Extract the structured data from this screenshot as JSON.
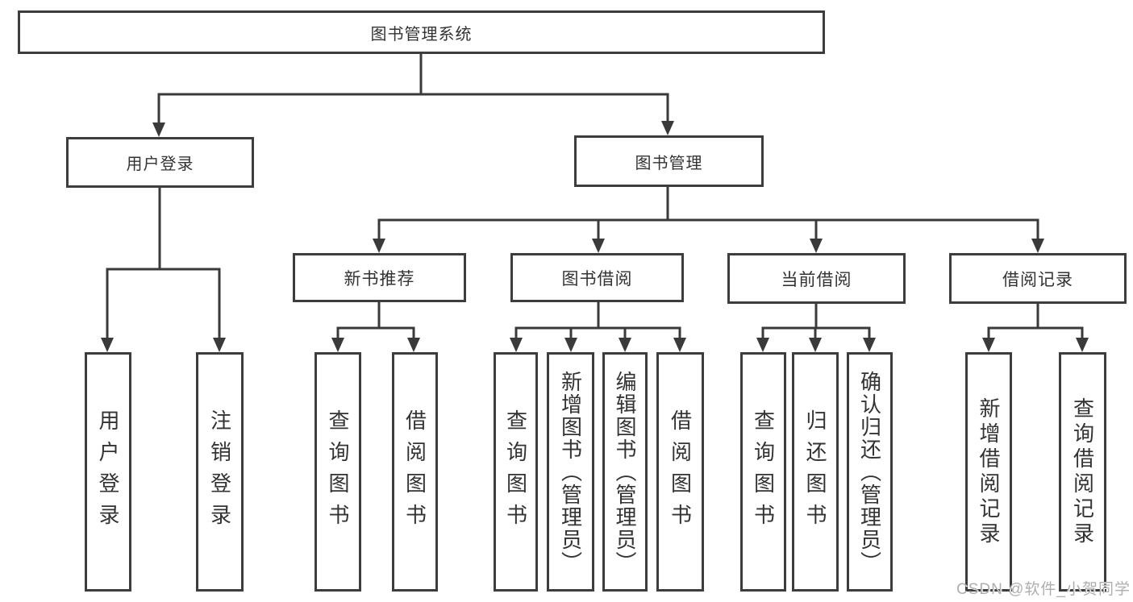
{
  "diagram_title": "图书管理系统",
  "nodes": {
    "root": {
      "label": "图书管理系统"
    },
    "user_login": {
      "label": "用户登录"
    },
    "book_mgmt": {
      "label": "图书管理"
    },
    "new_book_rec": {
      "label": "新书推荐"
    },
    "book_borrow": {
      "label": "图书借阅"
    },
    "current_borrow": {
      "label": "当前借阅"
    },
    "borrow_records": {
      "label": "借阅记录"
    },
    "leaf_user_login": {
      "label": "用户登录"
    },
    "leaf_logout": {
      "label": "注销登录"
    },
    "leaf_query_book_1": {
      "label": "查询图书"
    },
    "leaf_borrow_book_1": {
      "label": "借阅图书"
    },
    "leaf_query_book_2": {
      "label": "查询图书"
    },
    "leaf_add_book": {
      "label": "新增图书（管理员）"
    },
    "leaf_edit_book": {
      "label": "编辑图书（管理员）"
    },
    "leaf_borrow_book_2": {
      "label": "借阅图书"
    },
    "leaf_query_book_3": {
      "label": "查询图书"
    },
    "leaf_return_book": {
      "label": "归还图书"
    },
    "leaf_confirm_return": {
      "label": "确认归还（管理员）"
    },
    "leaf_add_borrow_record": {
      "label": "新增借阅记录"
    },
    "leaf_query_borrow_record": {
      "label": "查询借阅记录"
    }
  },
  "hierarchy": {
    "图书管理系统": {
      "用户登录": [
        "用户登录",
        "注销登录"
      ],
      "图书管理": {
        "新书推荐": [
          "查询图书",
          "借阅图书"
        ],
        "图书借阅": [
          "查询图书",
          "新增图书（管理员）",
          "编辑图书（管理员）",
          "借阅图书"
        ],
        "当前借阅": [
          "查询图书",
          "归还图书",
          "确认归还（管理员）"
        ],
        "借阅记录": [
          "新增借阅记录",
          "查询借阅记录"
        ]
      }
    }
  },
  "watermark": {
    "text": "CSDN @软件_小贺同学"
  },
  "colors": {
    "line": "#3a3a3a",
    "box_border": "#3d3d3d",
    "text": "#333333",
    "watermark_text": "#aeaeae",
    "background": "#ffffff"
  }
}
